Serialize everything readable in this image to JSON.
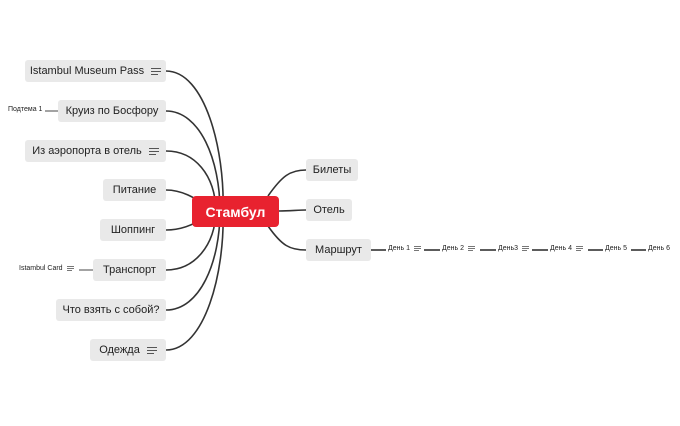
{
  "root": {
    "label": "Стамбул"
  },
  "left_topics": [
    {
      "label": "Istambul Museum Pass",
      "note": true
    },
    {
      "label": "Круиз по Босфору",
      "note": false
    },
    {
      "label": "Из аэропорта в отель",
      "note": true
    },
    {
      "label": "Питание",
      "note": false
    },
    {
      "label": "Шоппинг",
      "note": false
    },
    {
      "label": "Транспорт",
      "note": false
    },
    {
      "label": "Что взять с собой?",
      "note": false
    },
    {
      "label": "Одежда",
      "note": true
    }
  ],
  "left_subtopics": {
    "cruise": {
      "label": "Подтема 1"
    },
    "transport": {
      "label": "Istambul Card",
      "note": true
    }
  },
  "right_topics": [
    {
      "label": "Билеты"
    },
    {
      "label": "Отель"
    },
    {
      "label": "Маршрут"
    }
  ],
  "route_days": [
    {
      "label": "День 1",
      "note": true
    },
    {
      "label": "День 2",
      "note": true
    },
    {
      "label": "День3",
      "note": true
    },
    {
      "label": "День 4",
      "note": true
    },
    {
      "label": "День 5",
      "note": false
    },
    {
      "label": "День 6",
      "note": false
    }
  ],
  "colors": {
    "root": "#e8222f",
    "topic_bg": "#e9e9e9",
    "line": "#333333"
  }
}
